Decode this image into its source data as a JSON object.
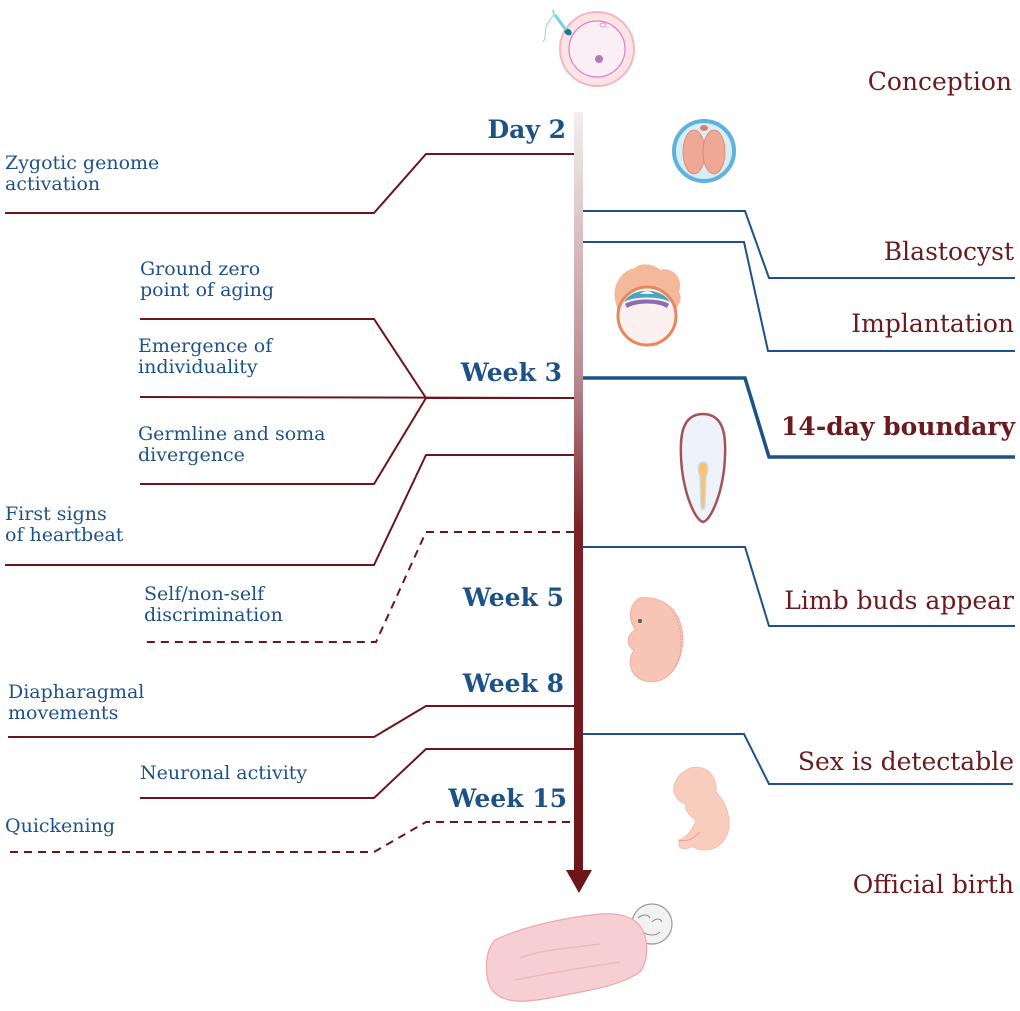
{
  "colors": {
    "axis_dark": "#6e151b",
    "axis_light": "#f4e9ea",
    "left_line": "#6e151b",
    "right_line": "#1d5288",
    "left_text": "#1d5288",
    "right_text": "#6b1a1f"
  },
  "time_markers": [
    {
      "id": "day2",
      "label": "Day 2"
    },
    {
      "id": "week3",
      "label": "Week 3"
    },
    {
      "id": "week5",
      "label": "Week 5"
    },
    {
      "id": "week8",
      "label": "Week 8"
    },
    {
      "id": "week15",
      "label": "Week 15"
    }
  ],
  "left_events": [
    {
      "id": "zygotic",
      "label": "Zygotic genome\nactivation",
      "style": "solid"
    },
    {
      "id": "ground-zero",
      "label": "Ground zero\npoint of aging",
      "style": "solid"
    },
    {
      "id": "individuality",
      "label": "Emergence of\nindividuality",
      "style": "solid"
    },
    {
      "id": "germline",
      "label": "Germline and soma\ndivergence",
      "style": "solid"
    },
    {
      "id": "heartbeat",
      "label": "First signs\nof heartbeat",
      "style": "solid"
    },
    {
      "id": "self-nonself",
      "label": "Self/non-self\ndiscrimination",
      "style": "dashed"
    },
    {
      "id": "diaphragm",
      "label": "Diapharagmal\nmovements",
      "style": "solid"
    },
    {
      "id": "neuronal",
      "label": "Neuronal activity",
      "style": "solid"
    },
    {
      "id": "quickening",
      "label": "Quickening",
      "style": "dashed"
    }
  ],
  "right_events": [
    {
      "id": "conception",
      "label": "Conception",
      "emphasis": false
    },
    {
      "id": "blastocyst",
      "label": "Blastocyst",
      "emphasis": false
    },
    {
      "id": "implantation",
      "label": "Implantation",
      "emphasis": false
    },
    {
      "id": "boundary",
      "label": "14-day boundary",
      "emphasis": true
    },
    {
      "id": "limb-buds",
      "label": "Limb buds appear",
      "emphasis": false
    },
    {
      "id": "sex",
      "label": "Sex is detectable",
      "emphasis": false
    },
    {
      "id": "birth",
      "label": "Official birth",
      "emphasis": false
    }
  ],
  "illustrations": [
    {
      "id": "fertilization",
      "icon": "sperm-egg-icon"
    },
    {
      "id": "two-cell",
      "icon": "two-cell-embryo-icon"
    },
    {
      "id": "implanting-blastocyst",
      "icon": "blastocyst-icon"
    },
    {
      "id": "primitive-streak",
      "icon": "embryonic-disc-icon"
    },
    {
      "id": "embryo-week5",
      "icon": "embryo-icon"
    },
    {
      "id": "fetus",
      "icon": "fetus-icon"
    },
    {
      "id": "newborn",
      "icon": "swaddled-baby-icon"
    }
  ]
}
